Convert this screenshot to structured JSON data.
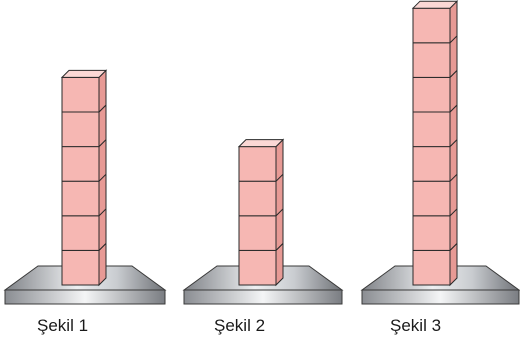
{
  "figures": [
    {
      "caption": "Şekil 1",
      "cube_count": 6
    },
    {
      "caption": "Şekil 2",
      "cube_count": 4
    },
    {
      "caption": "Şekil 3",
      "cube_count": 8
    }
  ],
  "colors": {
    "cube_front": "#f6b7b3",
    "cube_top": "#fbd8d5",
    "cube_side": "#e79a95",
    "cube_stroke": "#2a2a2a",
    "base_dark": "#8c8f94",
    "base_light": "#e9ebee"
  }
}
